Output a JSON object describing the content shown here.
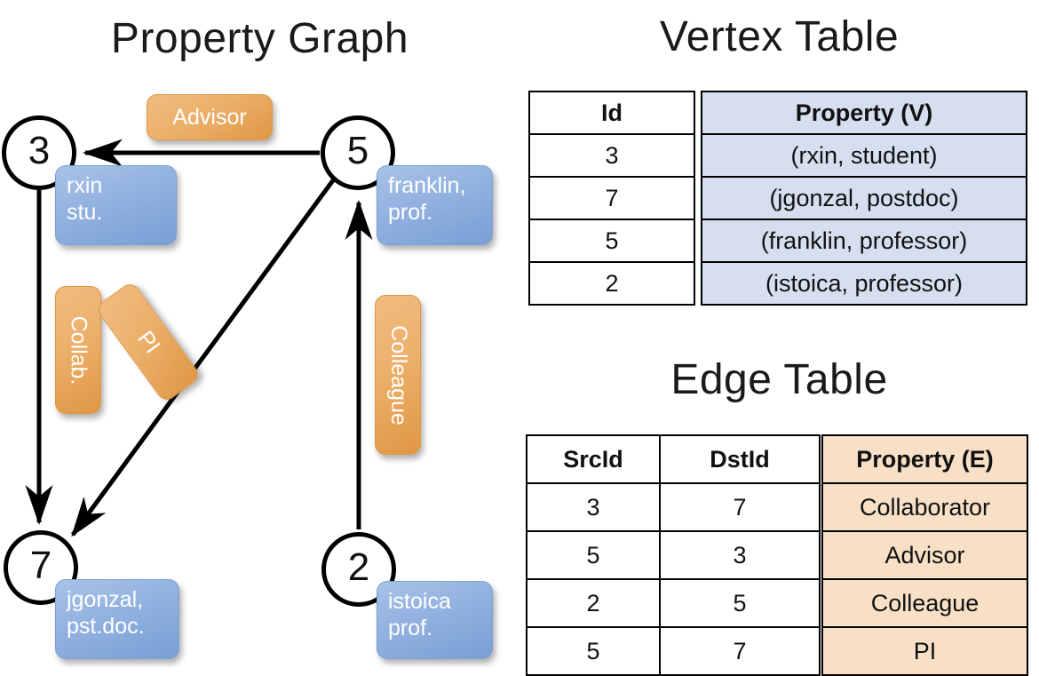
{
  "titles": {
    "property_graph": "Property Graph",
    "vertex_table": "Vertex Table",
    "edge_table": "Edge Table"
  },
  "colors": {
    "vertex_property_fill": "#d5dfef",
    "edge_property_fill": "#f8e0c7",
    "node_property_box": "#93b2e0",
    "edge_label_box": "#ecb06a",
    "stroke": "#000000"
  },
  "graph": {
    "nodes": [
      {
        "id": "3",
        "property_label": "rxin\nstu.",
        "line1": "rxin",
        "line2": "stu."
      },
      {
        "id": "5",
        "property_label": "franklin, prof.",
        "line1": "franklin,",
        "line2": "prof."
      },
      {
        "id": "7",
        "property_label": "jgonzal, pst.doc.",
        "line1": "jgonzal,",
        "line2": "pst.doc."
      },
      {
        "id": "2",
        "property_label": "istoica prof.",
        "line1": "istoica",
        "line2": "prof."
      }
    ],
    "edge_labels": [
      {
        "name": "advisor",
        "text": "Advisor"
      },
      {
        "name": "collab",
        "text": "Collab."
      },
      {
        "name": "pi",
        "text": "PI"
      },
      {
        "name": "colleague",
        "text": "Colleague"
      }
    ],
    "edges": [
      {
        "src": "5",
        "dst": "3",
        "label": "Advisor"
      },
      {
        "src": "3",
        "dst": "7",
        "label": "Collab."
      },
      {
        "src": "5",
        "dst": "7",
        "label": "PI"
      },
      {
        "src": "2",
        "dst": "5",
        "label": "Colleague"
      }
    ]
  },
  "vertex_table": {
    "headers": {
      "id": "Id",
      "property": "Property (V)"
    },
    "rows": [
      {
        "id": "3",
        "property": "(rxin, student)"
      },
      {
        "id": "7",
        "property": "(jgonzal, postdoc)"
      },
      {
        "id": "5",
        "property": "(franklin, professor)"
      },
      {
        "id": "2",
        "property": "(istoica, professor)"
      }
    ]
  },
  "edge_table": {
    "headers": {
      "src": "SrcId",
      "dst": "DstId",
      "property": "Property (E)"
    },
    "rows": [
      {
        "src": "3",
        "dst": "7",
        "property": "Collaborator"
      },
      {
        "src": "5",
        "dst": "3",
        "property": "Advisor"
      },
      {
        "src": "2",
        "dst": "5",
        "property": "Colleague"
      },
      {
        "src": "5",
        "dst": "7",
        "property": "PI"
      }
    ]
  }
}
